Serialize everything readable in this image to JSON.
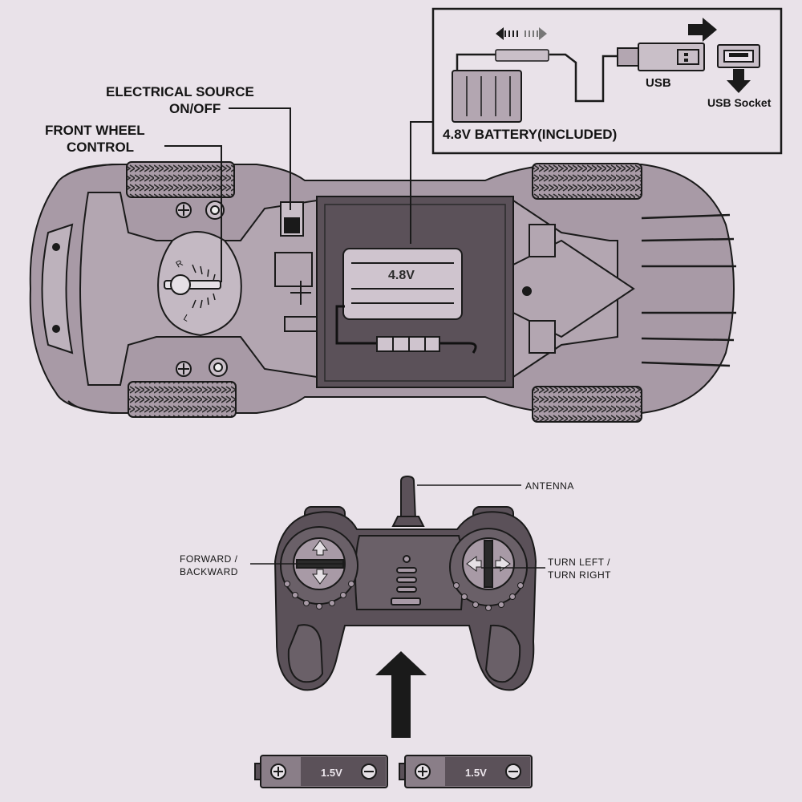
{
  "labels": {
    "electrical_source_line1": "ELECTRICAL SOURCE",
    "electrical_source_line2": "ON/OFF",
    "front_wheel_line1": "FRONT WHEEL",
    "front_wheel_line2": "CONTROL",
    "battery_included": "4.8V BATTERY(INCLUDED)",
    "usb": "USB",
    "usb_socket": "USB Socket",
    "car_battery": "4.8V",
    "steer_left": "L",
    "steer_right": "R",
    "antenna": "ANTENNA",
    "forward_line1": "FORWARD /",
    "forward_line2": "BACKWARD",
    "turn_line1": "TURN LEFT /",
    "turn_line2": "TURN RIGHT",
    "aa_battery_1": "1.5V",
    "aa_battery_2": "1.5V"
  },
  "icons": [
    "arrow-right-icon",
    "arrow-down-icon",
    "arrow-up-icon",
    "double-arrow-icon",
    "plus-icon",
    "minus-icon"
  ],
  "colors": {
    "background": "#e9e2e9",
    "body": "#a89aa6",
    "dark": "#5b5159",
    "line": "#1a1a1a"
  }
}
